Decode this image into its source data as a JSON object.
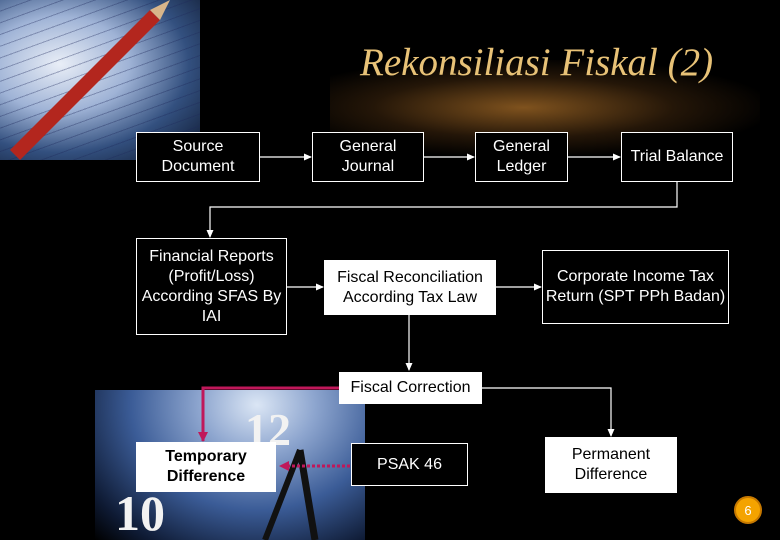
{
  "slide": {
    "title": "Rekonsiliasi Fiskal (2)",
    "page_badge": "6"
  },
  "nodes": {
    "source_document": "Source Document",
    "general_journal": "General Journal",
    "general_ledger": "General Ledger",
    "trial_balance": "Trial Balance",
    "financial_reports": "Financial Reports (Profit/Loss) According SFAS By IAI",
    "fiscal_reconciliation": "Fiscal Reconciliation According Tax Law",
    "corporate_tax_return": "Corporate Income Tax Return (SPT PPh Badan)",
    "fiscal_correction": "Fiscal Correction",
    "temporary_difference": "Temporary Difference",
    "psak_46": "PSAK 46",
    "permanent_difference": "Permanent Difference"
  },
  "colors": {
    "title": "#e8c277",
    "connector": "#ffffff",
    "highlight_connector": "#c0185a",
    "badge": "#f4a300"
  }
}
